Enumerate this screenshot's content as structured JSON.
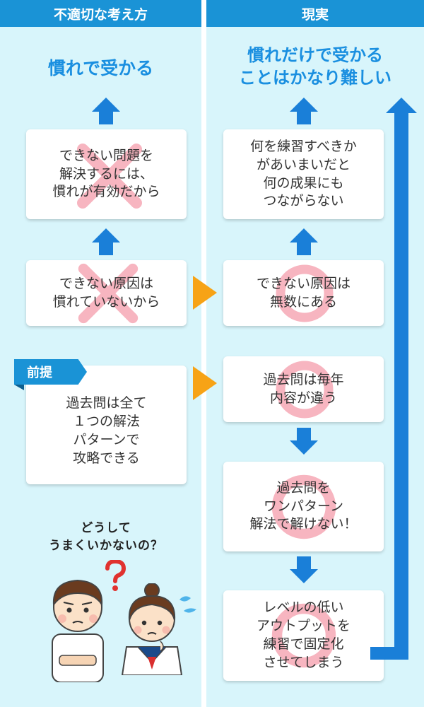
{
  "left": {
    "header": "不適切な考え方",
    "title": "慣れで受かる",
    "boxes": [
      {
        "text": "できない問題を\n解決するには、\n慣れが有効だから",
        "mark": "cross"
      },
      {
        "text": "できない原因は\n慣れていないから",
        "mark": "cross"
      },
      {
        "text": "過去問は全て\n１つの解法\nパターンで\n攻略できる",
        "mark": "none"
      }
    ],
    "premise_tag": "前提",
    "speech": {
      "line1": "どうして",
      "line2": "うまくいかないの？"
    }
  },
  "right": {
    "header": "現実",
    "title_line1": "慣れだけで受かる",
    "title_line2": "ことはかなり難しい",
    "boxes": [
      {
        "text": "何を練習すべきか\nがあいまいだと\n何の成果にも\nつながらない",
        "mark": "none"
      },
      {
        "text": "できない原因は\n無数にある",
        "mark": "circle"
      },
      {
        "text": "過去問は毎年\n内容が違う",
        "mark": "circle"
      },
      {
        "text": "過去問を\nワンパターン\n解法で解けない！",
        "mark": "circle"
      },
      {
        "text": "レベルの低い\nアウトプットを\n練習で固定化\nさせてしまう",
        "mark": "circle"
      }
    ]
  },
  "colors": {
    "header_bg": "#1a93d6",
    "column_bg": "#d8f5fb",
    "title_text": "#1a8fe0",
    "arrow_blue": "#1a7fd8",
    "chevron_orange": "#f7a316",
    "mark_pink": "#f7b5c0"
  }
}
